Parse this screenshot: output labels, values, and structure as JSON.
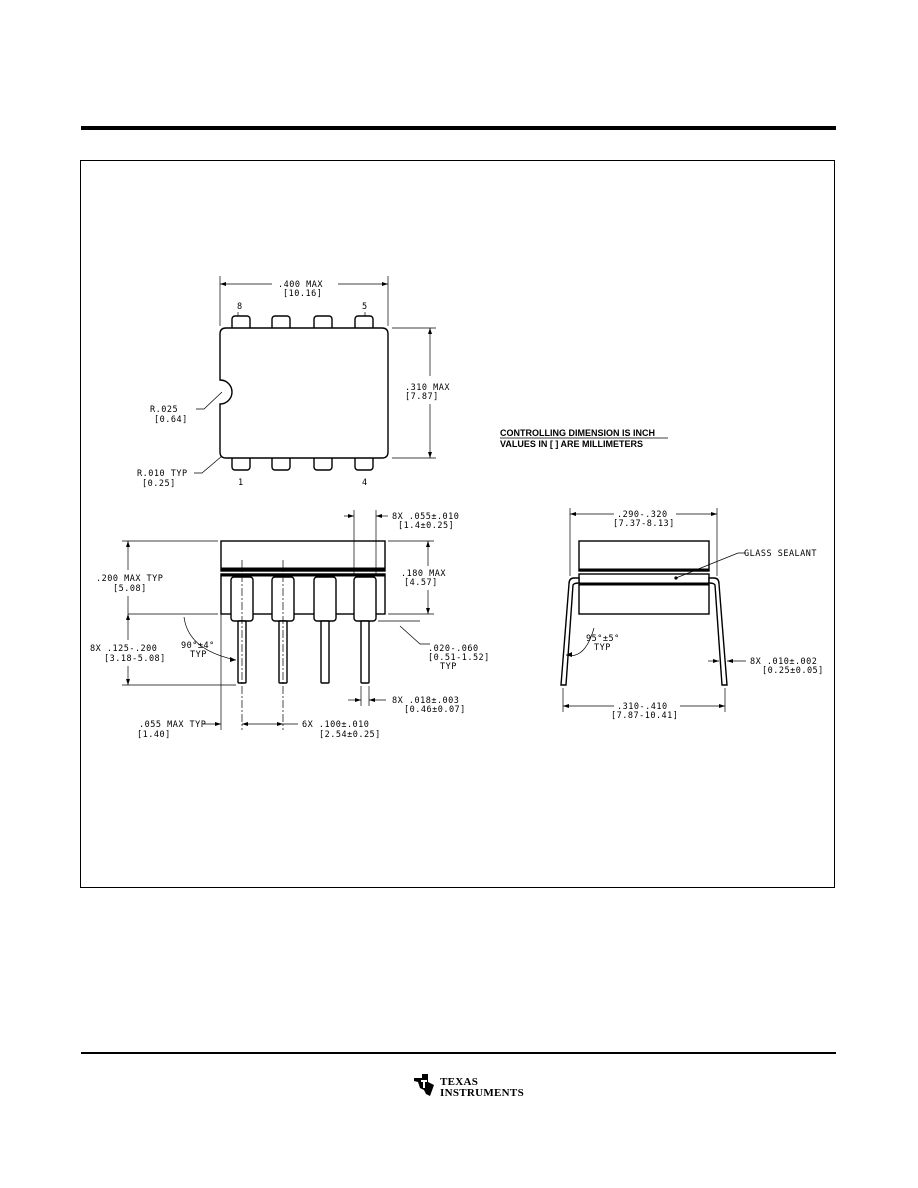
{
  "top_view": {
    "width_dim": ".400   MAX",
    "width_dim_mm": "[10.16]",
    "pin_8": "8",
    "pin_5": "5",
    "pin_1": "1",
    "pin_4": "4",
    "height_dim": ".310   MAX",
    "height_dim_mm": "[7.87]",
    "notch_radius": "R.025",
    "notch_radius_mm": "[0.64]",
    "corner_radius": "R.010   TYP",
    "corner_radius_mm": "[0.25]"
  },
  "notes": {
    "line1": "CONTROLLING  DIMENSION  IS  INCH",
    "line2": "VALUES  IN  [  ]  ARE  MILLIMETERS"
  },
  "front_view": {
    "shoulder_width": "8X  .055±.010",
    "shoulder_width_mm": "[1.4±0.25]",
    "overall_height": ".200 MAX TYP",
    "overall_height_mm": "[5.08]",
    "body_height": ".180  MAX",
    "body_height_mm": "[4.57]",
    "bend_angle": "90°±4°",
    "bend_angle_typ": "TYP",
    "lead_length": "8X  .125-.200",
    "lead_length_mm": "[3.18-5.08]",
    "standoff": ".020-.060",
    "standoff_mm": "[0.51-1.52]",
    "standoff_typ": "TYP",
    "lead_width": "8X  .018±.003",
    "lead_width_mm": "[0.46±0.07]",
    "end_offset": ".055 MAX TYP",
    "end_offset_mm": "[1.40]",
    "pitch": "6X  .100±.010",
    "pitch_mm": "[2.54±0.25]"
  },
  "side_view": {
    "body_width": ".290-.320",
    "body_width_mm": "[7.37-8.13]",
    "sealant": "GLASS SEALANT",
    "lead_angle": "95°±5°",
    "lead_angle_typ": "TYP",
    "lead_thickness": "8X  .010±.002",
    "lead_thickness_mm": "[0.25±0.05]",
    "lead_span": ".310-.410",
    "lead_span_mm": "[7.87-10.41]"
  },
  "footer": {
    "logo_line1": "TEXAS",
    "logo_line2": "INSTRUMENTS"
  }
}
